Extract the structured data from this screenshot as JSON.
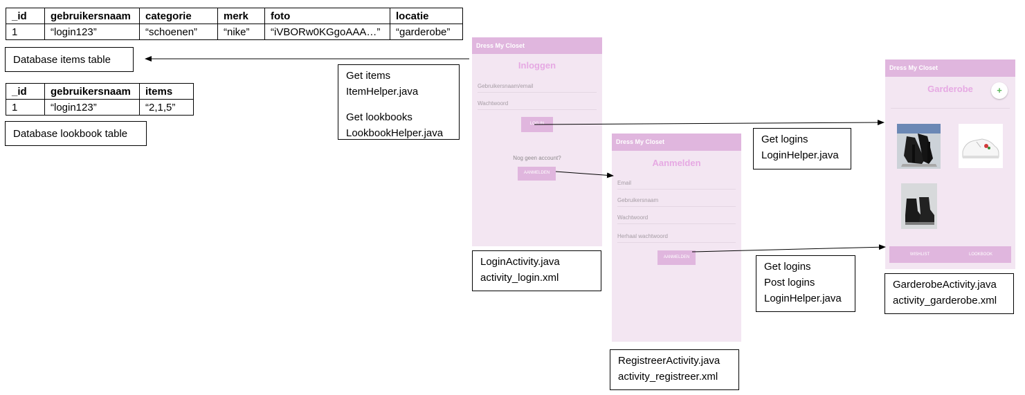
{
  "items_table": {
    "headers": [
      "_id",
      "gebruikersnaam",
      "categorie",
      "merk",
      "foto",
      "locatie"
    ],
    "rows": [
      [
        "1",
        "“login123”",
        "“schoenen”",
        "“nike”",
        "“iVBORw0KGgoAAA…”",
        "“garderobe”"
      ]
    ]
  },
  "items_table_caption": "Database items table",
  "lookbook_table": {
    "headers": [
      "_id",
      "gebruikersnaam",
      "items"
    ],
    "rows": [
      [
        "1",
        "“login123”",
        "“2,1,5”"
      ]
    ]
  },
  "lookbook_table_caption": "Database lookbook table",
  "helper_box": {
    "get_items": "Get items",
    "item_helper": "ItemHelper.java",
    "get_lookbooks": "Get lookbooks",
    "lookbook_helper": "LookbookHelper.java"
  },
  "login_screen": {
    "appbar": "Dress My Closet",
    "title": "Inloggen",
    "username_placeholder": "Gebruikersnaam/email",
    "password_placeholder": "Wachtwoord",
    "login_button": "LOG IN",
    "no_account": "Nog geen account?",
    "register_button": "AANMELDEN"
  },
  "login_caption": {
    "line1": "LoginActivity.java",
    "line2": "activity_login.xml"
  },
  "register_screen": {
    "appbar": "Dress My Closet",
    "title": "Aanmelden",
    "email_placeholder": "Email",
    "username_placeholder": "Gebruikersnaam",
    "password_placeholder": "Wachtwoord",
    "repeat_password_placeholder": "Herhaal wachtwoord",
    "register_button": "AANMELDEN"
  },
  "register_caption": {
    "line1": "RegistreerActivity.java",
    "line2": "activity_registreer.xml"
  },
  "login_helper_box": {
    "line1": "Get logins",
    "line2": "LoginHelper.java"
  },
  "register_helper_box": {
    "line1": "Get logins",
    "line2": "Post logins",
    "line3": "LoginHelper.java"
  },
  "wardrobe_screen": {
    "appbar": "Dress My Closet",
    "title": "Garderobe",
    "add_symbol": "+",
    "wishlist_button": "WISHLIST",
    "lookbook_button": "LOOKBOOK"
  },
  "wardrobe_caption": {
    "line1": "GarderobeActivity.java",
    "line2": "activity_garderobe.xml"
  },
  "colors": {
    "appbar": "#e0b6de",
    "screen_background": "#f3e6f2",
    "title_pink": "#e6a9e3"
  }
}
